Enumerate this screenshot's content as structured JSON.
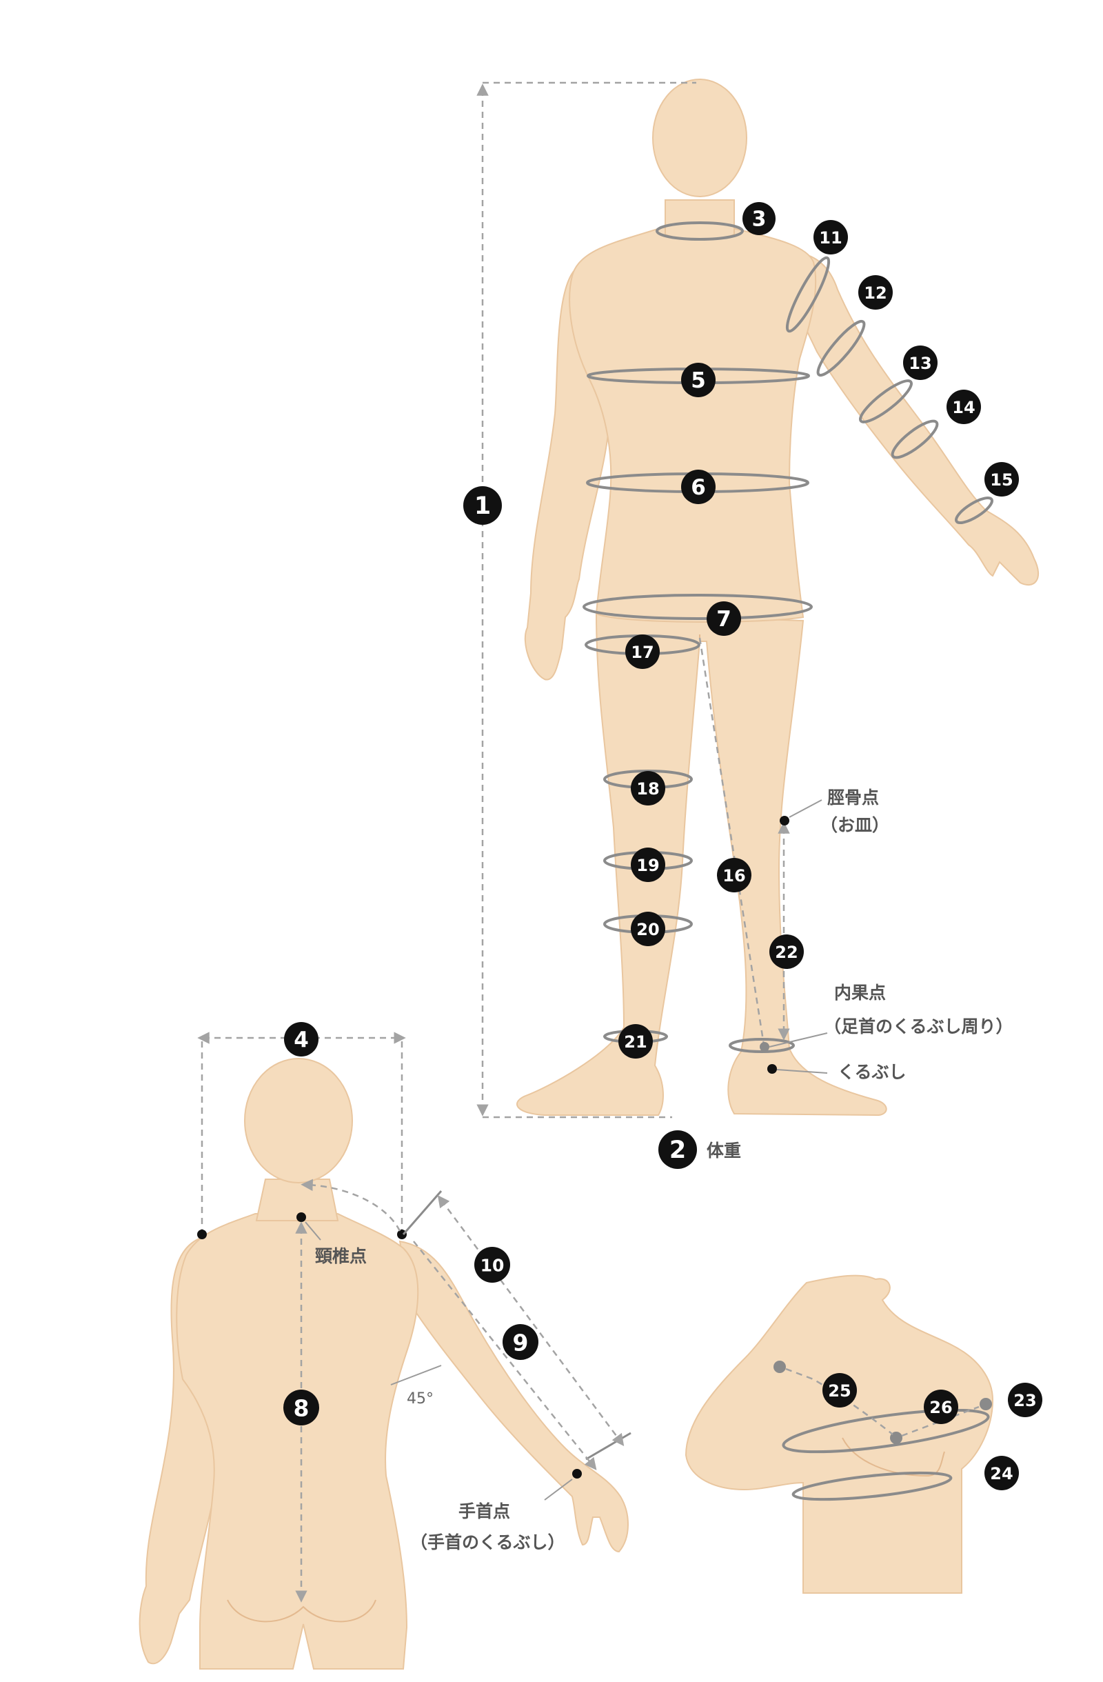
{
  "badges": {
    "b1": "1",
    "b2": "2",
    "b3": "3",
    "b4": "4",
    "b5": "5",
    "b6": "6",
    "b7": "7",
    "b8": "8",
    "b9": "9",
    "b10": "10",
    "b11": "11",
    "b12": "12",
    "b13": "13",
    "b14": "14",
    "b15": "15",
    "b16": "16",
    "b17": "17",
    "b18": "18",
    "b19": "19",
    "b20": "20",
    "b21": "21",
    "b22": "22",
    "b23": "23",
    "b24": "24",
    "b25": "25",
    "b26": "26"
  },
  "labels": {
    "weight": "体重",
    "tibial_point": "脛骨点",
    "tibial_point_note": "（お皿）",
    "inner_malleolus": "内果点",
    "inner_malleolus_note": "（足首のくるぶし周り）",
    "malleolus": "くるぶし",
    "cervical_point": "頸椎点",
    "angle": "45°",
    "wrist_point": "手首点",
    "wrist_point_note": "（手首のくるぶし）"
  },
  "colors": {
    "skin": "#f5dcbd",
    "skin_outline": "#e9c69f",
    "band": "#8b8b8b",
    "badge": "#111111",
    "label": "#555555"
  }
}
